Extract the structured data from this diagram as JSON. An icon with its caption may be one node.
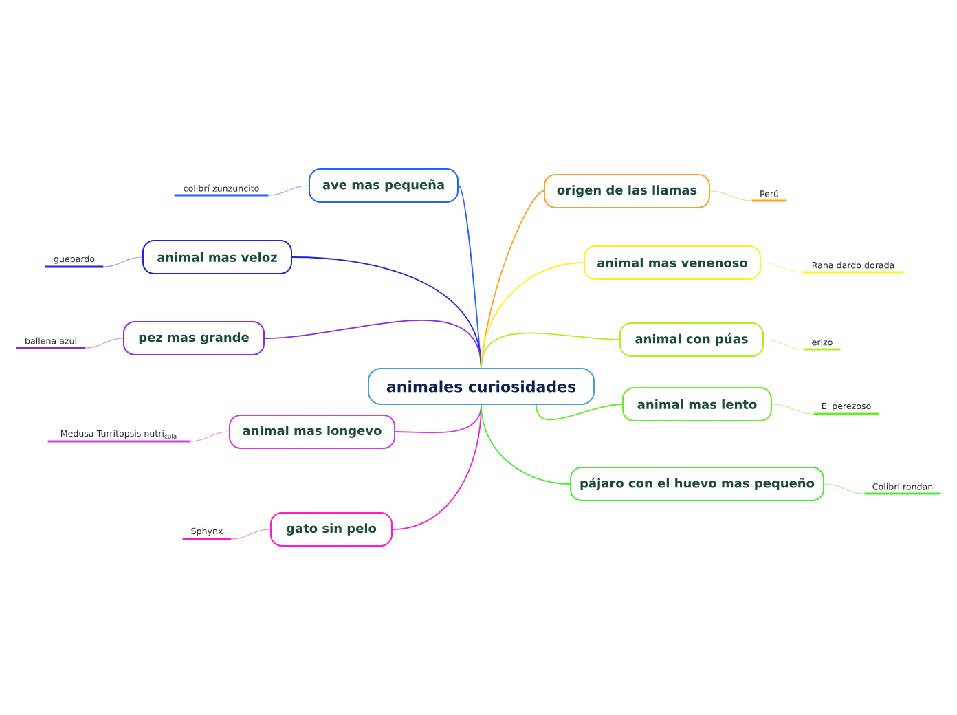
{
  "diagram": {
    "nodes": [
      {
        "text": [
          "animales curiosidades"
        ]
      },
      {
        "text": [
          "ave mas pequeña"
        ]
      },
      {
        "text": [
          "colibrí zunzuncito"
        ]
      },
      {
        "text": [
          "animal mas veloz"
        ]
      },
      {
        "text": [
          "guepardo"
        ]
      },
      {
        "text": [
          "pez mas grande"
        ]
      },
      {
        "text": [
          "ballena azul"
        ]
      },
      {
        "text": [
          "animal mas longevo"
        ]
      },
      {
        "text": [
          "Medusa Turritopsis nutri$_{cula}$"
        ]
      },
      {
        "text": [
          "gato sin pelo"
        ]
      },
      {
        "text": [
          "Sphynx"
        ]
      },
      {
        "text": [
          "origen de las llamas"
        ]
      },
      {
        "text": [
          "Perú"
        ]
      },
      {
        "text": [
          "animal mas venenoso"
        ]
      },
      {
        "text": [
          "Rana dardo dorada"
        ]
      },
      {
        "text": [
          "animal con púas"
        ]
      },
      {
        "text": [
          "erizo"
        ]
      },
      {
        "text": [
          "animal mas lento"
        ]
      },
      {
        "text": [
          "El perezoso"
        ]
      },
      {
        "text": [
          "pájaro con el huevo mas pequeño"
        ]
      },
      {
        "text": [
          "Colibrí rondan"
        ]
      }
    ],
    "edges": [
      {
        "from": 0,
        "to": 1,
        "arrow": "none",
        "color": "#2563ff"
      },
      {
        "from": 1,
        "to": 2,
        "arrow": "none",
        "color": "#8fb0ff"
      },
      {
        "from": 0,
        "to": 3,
        "arrow": "none",
        "color": "#2020e0"
      },
      {
        "from": 3,
        "to": 4,
        "arrow": "none",
        "color": "#9a9af0"
      },
      {
        "from": 0,
        "to": 5,
        "arrow": "none",
        "color": "#8a2be2"
      },
      {
        "from": 5,
        "to": 6,
        "arrow": "none",
        "color": "#c49af0"
      },
      {
        "from": 0,
        "to": 7,
        "arrow": "none",
        "color": "#d63ae8"
      },
      {
        "from": 7,
        "to": 8,
        "arrow": "none",
        "color": "#ea9cf3"
      },
      {
        "from": 0,
        "to": 9,
        "arrow": "none",
        "color": "#ff1acb"
      },
      {
        "from": 9,
        "to": 10,
        "arrow": "none",
        "color": "#ff8ce5"
      },
      {
        "from": 0,
        "to": 11,
        "arrow": "none",
        "color": "#ffa020"
      },
      {
        "from": 11,
        "to": 12,
        "arrow": "none",
        "color": "#ffd090"
      },
      {
        "from": 0,
        "to": 13,
        "arrow": "none",
        "color": "#fff020"
      },
      {
        "from": 13,
        "to": 14,
        "arrow": "none",
        "color": "#fff590"
      },
      {
        "from": 0,
        "to": 15,
        "arrow": "none",
        "color": "#b0f020"
      },
      {
        "from": 15,
        "to": 16,
        "arrow": "none",
        "color": "#d8f890"
      },
      {
        "from": 0,
        "to": 17,
        "arrow": "none",
        "color": "#66ee22"
      },
      {
        "from": 17,
        "to": 18,
        "arrow": "none",
        "color": "#b3f690"
      },
      {
        "from": 0,
        "to": 19,
        "arrow": "none",
        "color": "#44ee33"
      },
      {
        "from": 19,
        "to": 20,
        "arrow": "none",
        "color": "#a2f699"
      }
    ]
  }
}
